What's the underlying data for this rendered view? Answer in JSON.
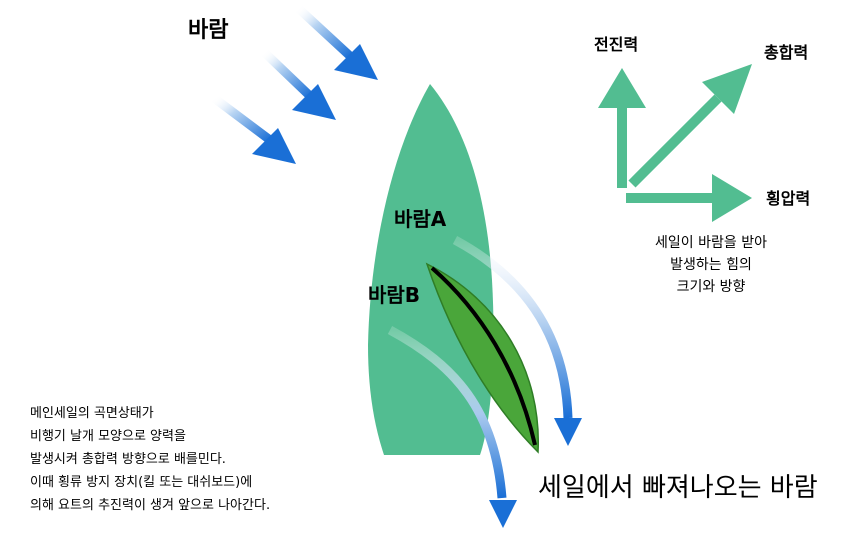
{
  "labels": {
    "wind_title": "바람",
    "wind_a": "바람A",
    "wind_b": "바람B",
    "forward_force": "전진력",
    "total_force": "총합력",
    "lateral_force": "횡압력",
    "exit_wind": "세일에서 빠져나오는 바람"
  },
  "force_caption": [
    "세일이 바람을 받아",
    "발생하는 힘의",
    "크기와 방향"
  ],
  "explanation": [
    "메인세일의 곡면상태가",
    "비행기 날개 모양으로 양력을",
    "발생시켜 총합력 방향으로 배를민다.",
    "이때 횡류 방지 장치(킬 또는 대쉬보드)에",
    "의해 요트의 추진력이 생겨 앞으로 나아간다."
  ],
  "colors": {
    "hull": "#52bd91",
    "sail": "#4aa63a",
    "sail_edge": "#2f7d26",
    "force_arrow": "#52bd91",
    "wind_arrow": "#1a6fd6"
  },
  "icons": {
    "wind_arrows": "blue-gradient-arrow",
    "force_arrows": "green-arrow"
  }
}
